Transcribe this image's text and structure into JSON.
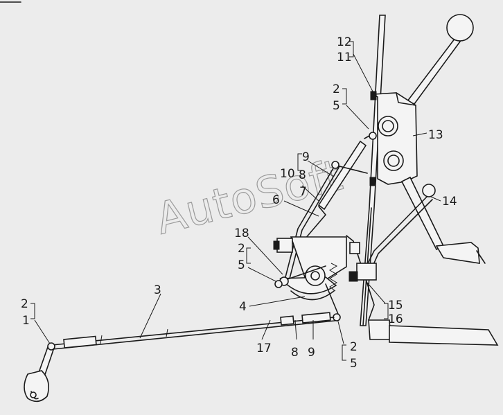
{
  "watermark": "AutoSoft",
  "callouts": [
    {
      "id": "c12",
      "text": "12"
    },
    {
      "id": "c11",
      "text": "11"
    },
    {
      "id": "c2a",
      "text": "2"
    },
    {
      "id": "c5a",
      "text": "5"
    },
    {
      "id": "c13",
      "text": "13"
    },
    {
      "id": "c9a",
      "text": "9"
    },
    {
      "id": "c10",
      "text": "10"
    },
    {
      "id": "c8a",
      "text": "8"
    },
    {
      "id": "c7",
      "text": "7"
    },
    {
      "id": "c6",
      "text": "6"
    },
    {
      "id": "c14",
      "text": "14"
    },
    {
      "id": "c18",
      "text": "18"
    },
    {
      "id": "c2b",
      "text": "2"
    },
    {
      "id": "c5b",
      "text": "5"
    },
    {
      "id": "c3",
      "text": "3"
    },
    {
      "id": "c4",
      "text": "4"
    },
    {
      "id": "c15",
      "text": "15"
    },
    {
      "id": "c16",
      "text": "16"
    },
    {
      "id": "c2c",
      "text": "2"
    },
    {
      "id": "c1",
      "text": "1"
    },
    {
      "id": "c17",
      "text": "17"
    },
    {
      "id": "c8b",
      "text": "8"
    },
    {
      "id": "c9b",
      "text": "9"
    },
    {
      "id": "c2d",
      "text": "2"
    },
    {
      "id": "c5d",
      "text": "5"
    }
  ]
}
